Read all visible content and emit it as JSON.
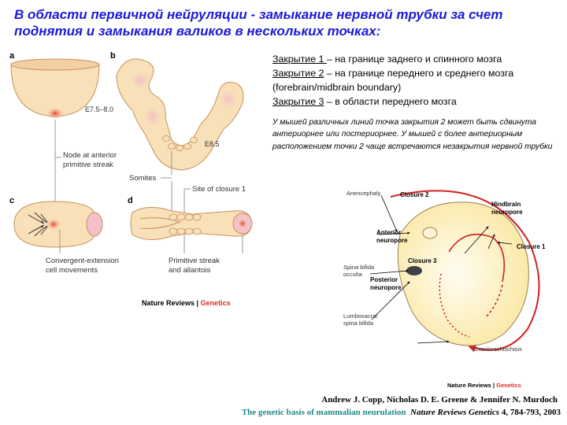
{
  "slide": {
    "title": "В области первичной нейруляции - замыкание нервной трубки за счет поднятия и замыкания валиков в нескольких точках:"
  },
  "closures": [
    {
      "label": "Закрытие 1 ",
      "text": "– на границе заднего и спинного мозга"
    },
    {
      "label": "Закрытие 2",
      "text": " – на границе переднего и среднего мозга (forebrain/midbrain boundary)"
    },
    {
      "label": "Закрытие 3",
      "text": " – в области переднего мозга"
    }
  ],
  "note": "У мышей различных линий точка закрытия 2 может быть сдвинута антериорнее или постериорнее. У мышей с более антериорным расположением точки 2 чаще встречаются незакрытия нервной трубки",
  "figure_left": {
    "panel_a": "a",
    "panel_b": "b",
    "panel_c": "c",
    "panel_d": "d",
    "stage_a": "E7.5–8.0",
    "stage_b": "E8.5",
    "node_label_1": "Node at anterior",
    "node_label_2": "primitive streak",
    "somites": "Somites",
    "site_closure": "Site of closure 1",
    "conv_1": "Convergent-extension",
    "conv_2": "cell movements",
    "ps_1": "Primitive streak",
    "ps_2": "and allantois",
    "credit_a": "Nature Reviews",
    "credit_sep": " | ",
    "credit_b": "Genetics"
  },
  "figure_right": {
    "anencephaly": "Anencephaly",
    "closure2": "Closure 2",
    "hindbrain_1": "Hindbrain",
    "hindbrain_2": "neuropore",
    "anterior_1": "Anterior",
    "anterior_2": "neuropore",
    "closure1": "Closure 1",
    "closure3": "Closure 3",
    "spina_1": "Spina bifida",
    "spina_2": "occulta",
    "posterior_1": "Posterior",
    "posterior_2": "neuropore",
    "lumbo_1": "Lumbosacral",
    "lumbo_2": "spina bifida",
    "cranio": "Craniorachischisis",
    "credit_a": "Nature Reviews",
    "credit_sep": " | ",
    "credit_b": "Genetics"
  },
  "reference": {
    "authors": "Andrew J. Copp, Nicholas D. E. Greene & Jennifer N. Murdoch",
    "article_title": "The genetic basis of mammalian neurulation",
    "journal": "Nature Reviews Genetics",
    "volume": " 4, 784-793, 2003"
  },
  "colors": {
    "title": "#1a1ad8",
    "tissue": "#f8e0b8",
    "tissue_edge": "#c8905a",
    "pink_glow": "#f6b8b8",
    "red_accent": "#e03020",
    "teal": "#1d8a8a"
  }
}
